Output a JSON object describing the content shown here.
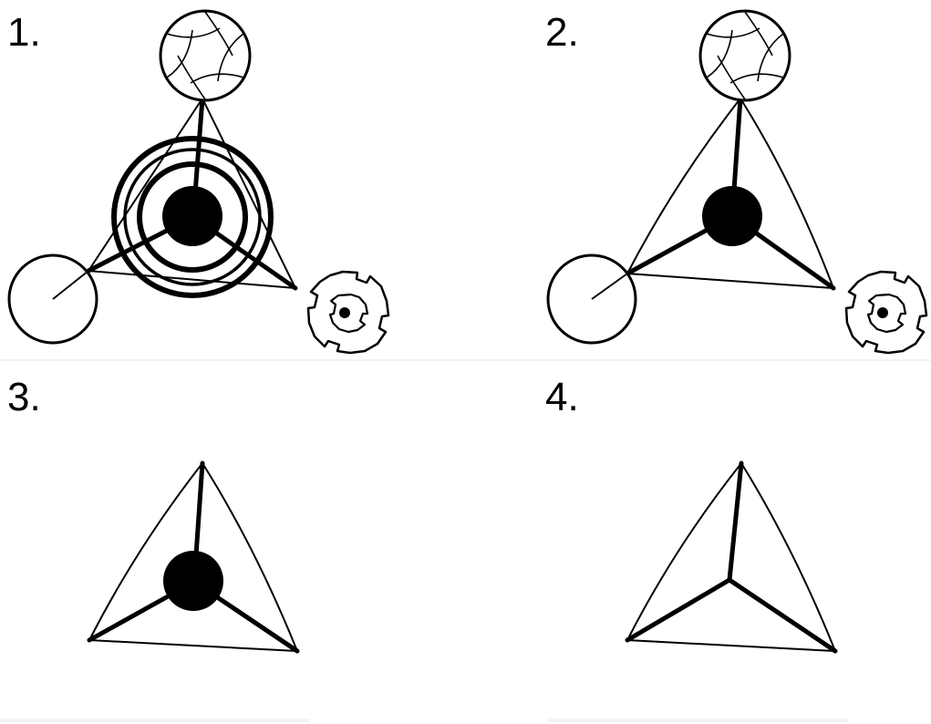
{
  "panels": [
    {
      "label": "1."
    },
    {
      "label": "2."
    },
    {
      "label": "3."
    },
    {
      "label": "4."
    }
  ],
  "colors": {
    "ink": "#000000",
    "background": "#ffffff",
    "divider": "#f2f2f2"
  }
}
